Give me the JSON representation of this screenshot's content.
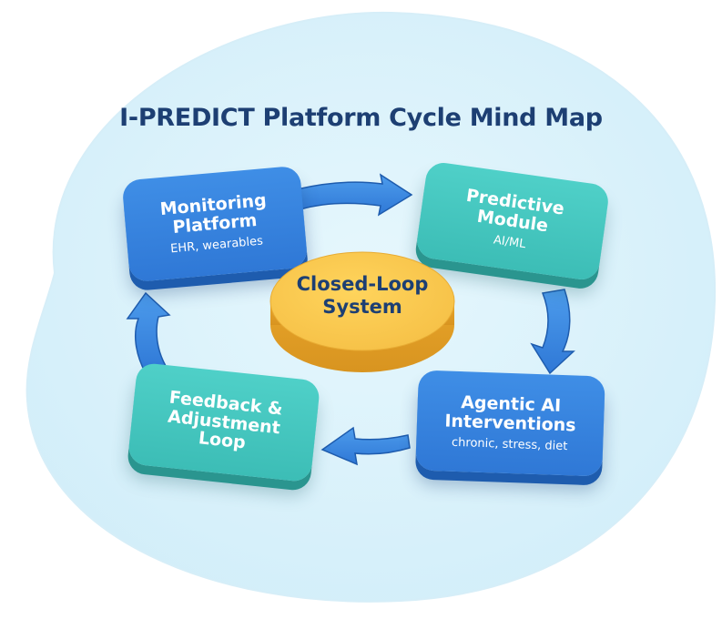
{
  "title": "I-PREDICT Platform Cycle Mind Map",
  "center": {
    "line1": "Closed-Loop",
    "line2": "System"
  },
  "nodes": {
    "monitoring": {
      "line1": "Monitoring",
      "line2": "Platform",
      "sub": "EHR, wearables"
    },
    "predictive": {
      "line1": "Predictive",
      "line2": "Module",
      "sub": "AI/ML"
    },
    "agentic": {
      "line1": "Agentic AI",
      "line2": "Interventions",
      "sub": "chronic, stress, diet"
    },
    "feedback": {
      "line1": "Feedback &",
      "line2": "Adjustment",
      "line3": "Loop"
    }
  },
  "colors": {
    "title": "#1d3f73",
    "blue_node": "#2f78d6",
    "teal_node": "#3cbdb6",
    "center": "#f5bf45",
    "arrow": "#3a8be0",
    "background": "#dcf3fb"
  }
}
